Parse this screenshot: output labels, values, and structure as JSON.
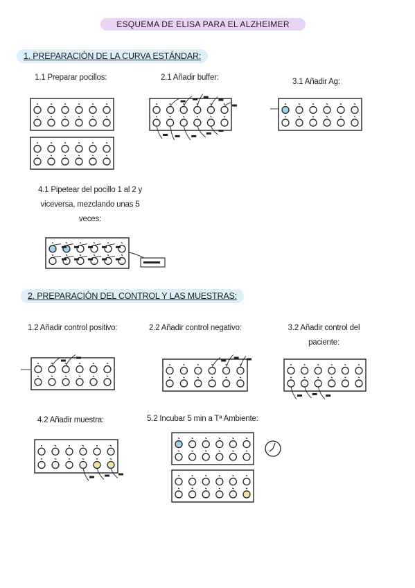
{
  "title": "ESQUEMA DE ELISA PARA EL ALZHEIMER",
  "colors": {
    "title_highlight": "#e9d3f3",
    "section_highlight": "#dbf0f9",
    "well_positive": "#9fd4ec",
    "well_sample": "#f6e3a8",
    "ink": "#222222"
  },
  "icons": [
    "clock-icon"
  ],
  "section1": {
    "title": "1. PREPARACIÓN DE LA CURVA ESTÁNDAR:",
    "steps": {
      "s1": "1.1 Preparar pocillos:",
      "s2": "2.1 Añadir buffer:",
      "s3": "3.1 Añadir Ag:",
      "s4_l1": "4.1 Pipetear del pocillo 1 al 2 y",
      "s4_l2": "viceversa, mezclando unas 5",
      "s4_l3": "veces:"
    }
  },
  "section2": {
    "title": "2. PREPARACIÓN DEL CONTROL Y LAS MUESTRAS:",
    "steps": {
      "s1": "1.2 Añadir control positivo:",
      "s2": "2.2 Añadir control negativo:",
      "s3_l1": "3.2 Añadir control del",
      "s3_l2": "paciente:",
      "s4": "4.2 Añadir muestra:",
      "s5": "5.2 Incubar 5 min a Tª Ambiente:"
    }
  }
}
